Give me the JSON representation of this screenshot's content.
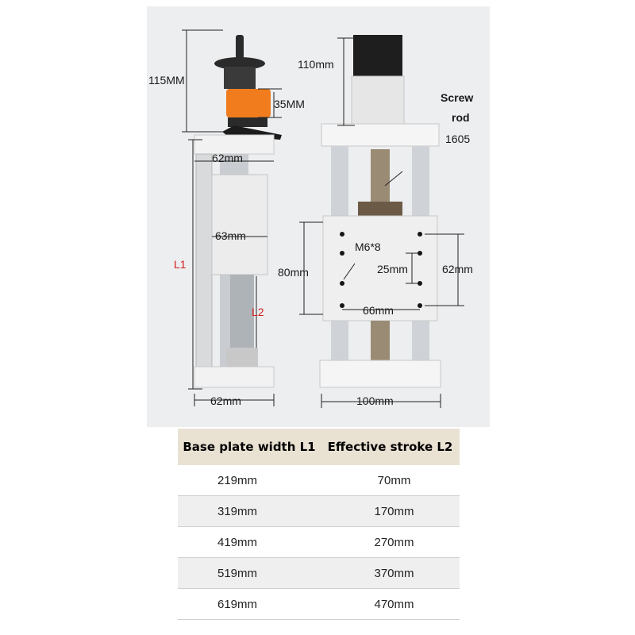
{
  "dimensions": {
    "handwheel_height": "115MM",
    "clamp_height": "35MM",
    "motor_height": "110mm",
    "top_width_left": "62mm",
    "slider_width": "63mm",
    "base_width_left": "62mm",
    "L1": "L1",
    "L2": "L2",
    "screw_rod_label_1": "Screw",
    "screw_rod_label_2": "rod",
    "screw_rod_model": "1605",
    "hole_spec": "M6*8",
    "hole_spacing_v": "25mm",
    "plate_height": "80mm",
    "hole_span_v": "62mm",
    "hole_span_h": "66mm",
    "base_width_right": "100mm"
  },
  "table": {
    "headers": [
      "Base plate width L1",
      "Effective stroke L2"
    ],
    "rows": [
      [
        "219mm",
        "70mm"
      ],
      [
        "319mm",
        "170mm"
      ],
      [
        "419mm",
        "270mm"
      ],
      [
        "519mm",
        "370mm"
      ],
      [
        "619mm",
        "470mm"
      ]
    ]
  },
  "colors": {
    "accent_label": "#d62020",
    "table_header_bg": "#e9e1d2",
    "clamp_orange": "#f07c1e"
  }
}
